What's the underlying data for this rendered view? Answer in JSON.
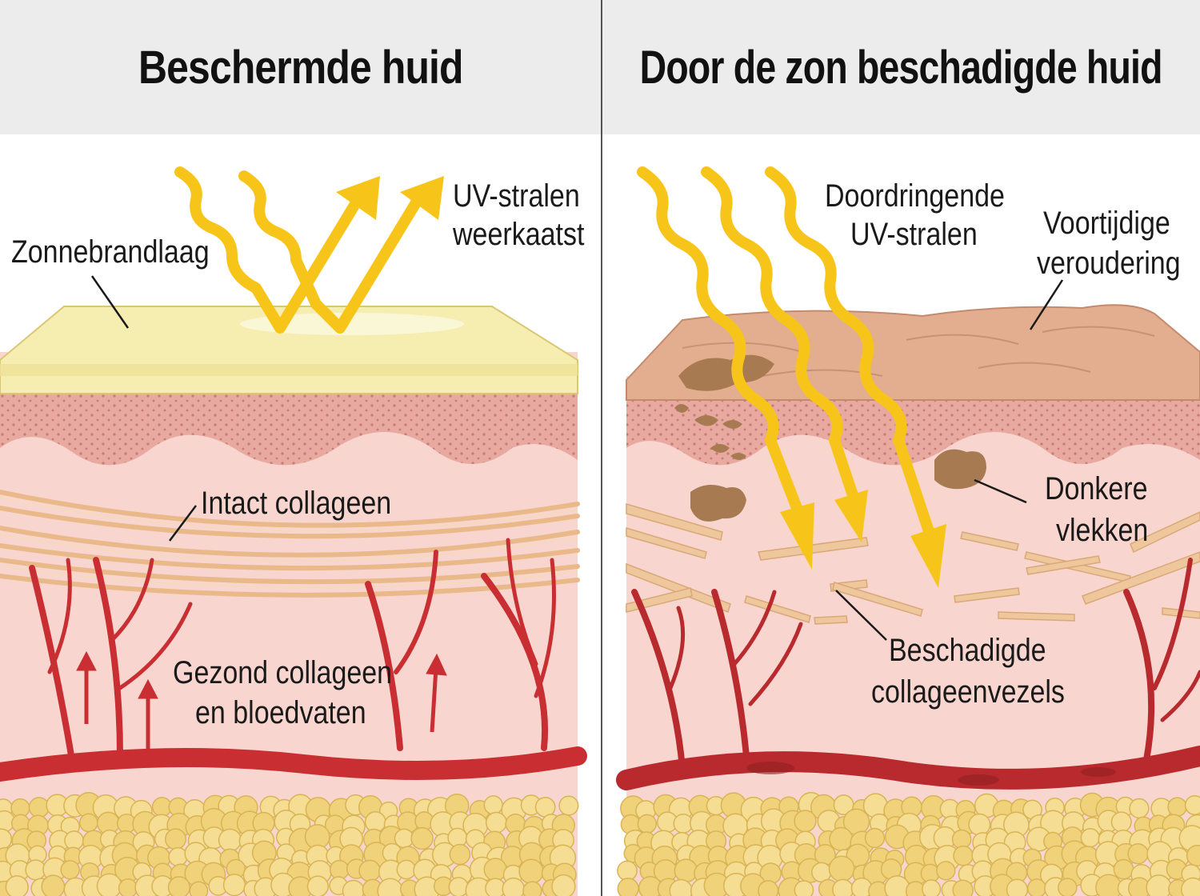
{
  "left": {
    "title": "Beschermde huid",
    "labels": {
      "sunscreen": "Zonnebrandlaag",
      "uv_line1": "UV-stralen",
      "uv_line2": "weerkaatst",
      "collagen": "Intact collageen",
      "healthy_line1": "Gezond collageen",
      "healthy_line2": "en bloedvaten"
    }
  },
  "right": {
    "title": "Door de zon beschadigde huid",
    "labels": {
      "uv_line1": "Doordringende",
      "uv_line2": "UV-stralen",
      "aging_line1": "Voortijdige",
      "aging_line2": "veroudering",
      "spots_line1": "Donkere",
      "spots_line2": "vlekken",
      "damaged_line1": "Beschadigde",
      "damaged_line2": "collageenvezels"
    }
  },
  "colors": {
    "header_bg": "#ececec",
    "sunscreen": "#f6edb0",
    "epidermis": "#e8a9a0",
    "dermis": "#f8d6cf",
    "collagen": "#efc79c",
    "blood_vessel": "#c92f32",
    "fat": "#f0d27a",
    "uv_ray": "#f7c51a",
    "dark_spot": "#a87a52"
  }
}
